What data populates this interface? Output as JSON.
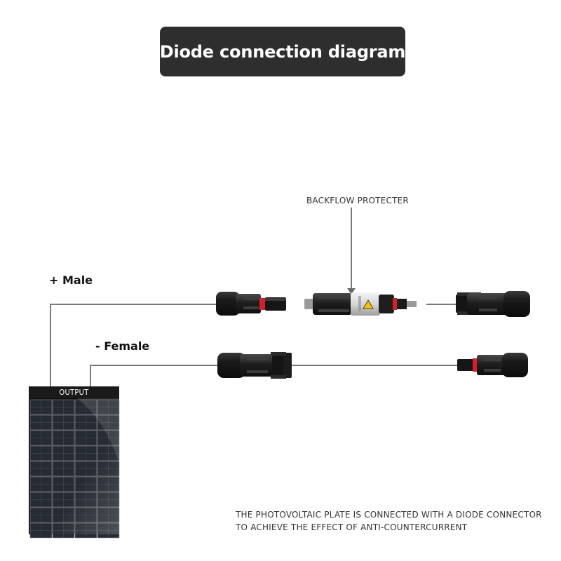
{
  "title": "Diode connection diagram",
  "labels": {
    "backflow": "BACKFLOW PROTECTER",
    "male": "+ Male",
    "female": "- Female",
    "output": "OUTPUT"
  },
  "caption": {
    "line1": "THE PHOTOVOLTAIC PLATE IS CONNECTED WITH A DIODE CONNECTOR",
    "line2": "TO ACHIEVE THE EFFECT OF ANTI-COUNTERCURRENT"
  },
  "colors": {
    "title_bg": "#2e2e2e",
    "connector": "#1b1b1b",
    "accent_red": "#d3212b",
    "wire": "#7a7a7a"
  }
}
